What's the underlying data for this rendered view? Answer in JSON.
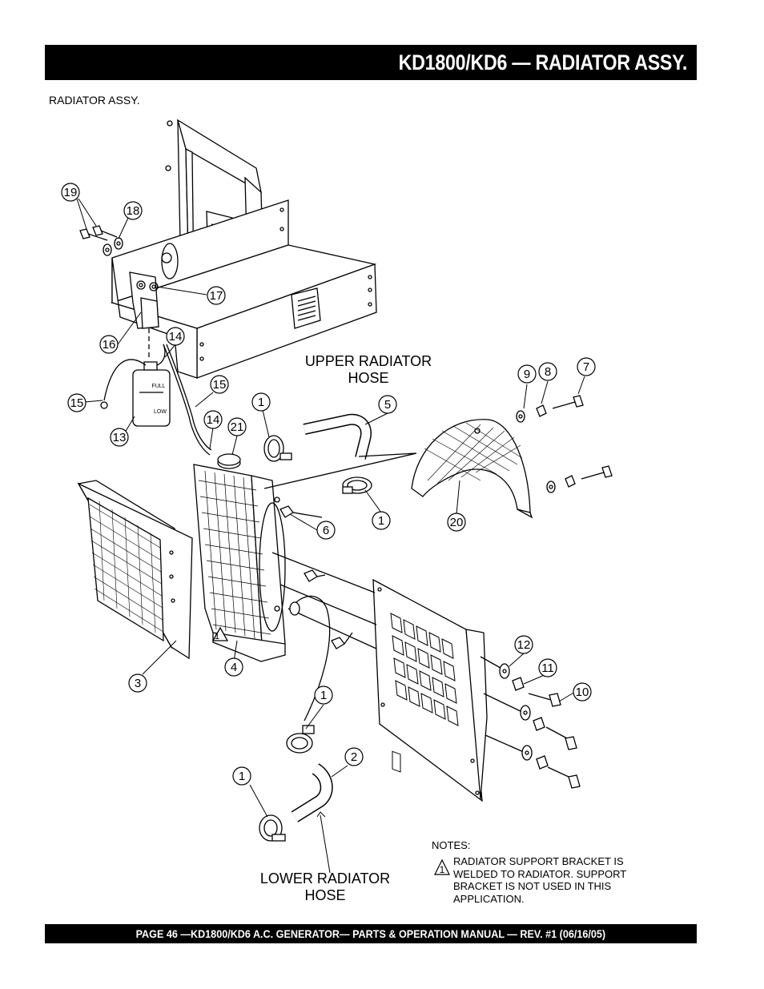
{
  "header": {
    "title": "KD1800/KD6 — RADIATOR ASSY."
  },
  "section": {
    "label": "RADIATOR  ASSY."
  },
  "labels": {
    "upper_hose": [
      "UPPER RADIATOR",
      "HOSE"
    ],
    "lower_hose": [
      "LOWER RADIATOR",
      "HOSE"
    ]
  },
  "callouts": [
    "1",
    "1",
    "1",
    "1",
    "2",
    "3",
    "4",
    "5",
    "6",
    "7",
    "8",
    "9",
    "10",
    "11",
    "12",
    "13",
    "14",
    "14",
    "15",
    "15",
    "16",
    "17",
    "18",
    "19",
    "20",
    "21"
  ],
  "reservoir": {
    "full": "FULL",
    "low": "LOW"
  },
  "notes": {
    "heading": "NOTES:",
    "marker": "1",
    "lines": [
      "RADIATOR SUPPORT BRACKET IS",
      "WELDED TO RADIATOR. SUPPORT",
      "BRACKET IS NOT USED IN THIS",
      "APPLICATION."
    ]
  },
  "footer": {
    "text": "PAGE 46 —KD1800/KD6 A.C. GENERATOR— PARTS & OPERATION MANUAL — REV. #1 (06/16/05)"
  }
}
